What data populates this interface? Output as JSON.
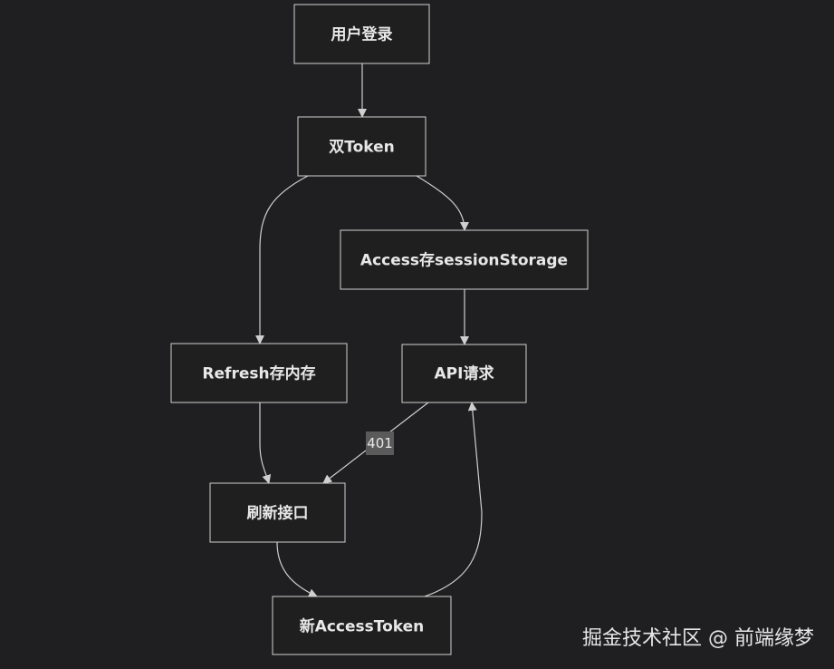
{
  "diagram": {
    "nodes": [
      {
        "id": "login",
        "label": "用户登录"
      },
      {
        "id": "dual",
        "label": "双Token"
      },
      {
        "id": "access",
        "label": "Access存sessionStorage"
      },
      {
        "id": "refresh",
        "label": "Refresh存内存"
      },
      {
        "id": "api",
        "label": "API请求"
      },
      {
        "id": "refresh_api",
        "label": "刷新接口"
      },
      {
        "id": "new_access",
        "label": "新AccessToken"
      }
    ],
    "edges": [
      {
        "from": "login",
        "to": "dual",
        "label": ""
      },
      {
        "from": "dual",
        "to": "refresh",
        "label": ""
      },
      {
        "from": "dual",
        "to": "access",
        "label": ""
      },
      {
        "from": "access",
        "to": "api",
        "label": ""
      },
      {
        "from": "refresh",
        "to": "refresh_api",
        "label": ""
      },
      {
        "from": "api",
        "to": "refresh_api",
        "label": "401"
      },
      {
        "from": "refresh_api",
        "to": "new_access",
        "label": ""
      },
      {
        "from": "new_access",
        "to": "api",
        "label": ""
      }
    ]
  },
  "watermark": "掘金技术社区 @ 前端缘梦"
}
